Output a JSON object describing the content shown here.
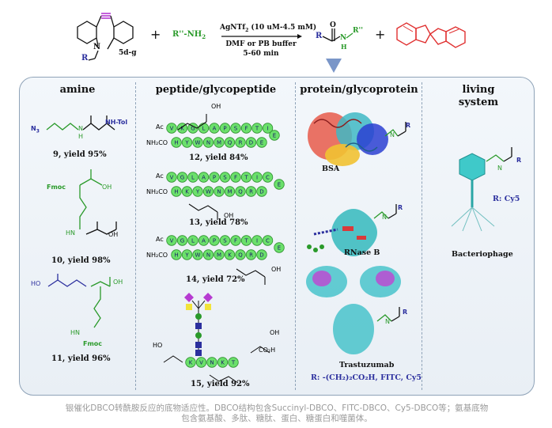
{
  "reaction": {
    "reactant_label": "5d-g",
    "n_label": "N",
    "r_label": "R",
    "amine": "R''-NH",
    "amine_sub": "2",
    "plus": "+",
    "condition_line1": "AgNTf",
    "condition_line1_sub": "2",
    "condition_line1_rest": " (10 uM-4.5 mM)",
    "condition_line2": "DMF or PB buffer",
    "condition_line3": "5-60 min",
    "product_r": "R",
    "product_n": "N",
    "product_h": "H",
    "product_r2": "R''",
    "product_o": "O"
  },
  "columns": {
    "amine": "amine",
    "peptide": "peptide/glycopeptide",
    "protein": "protein/glycoprotein",
    "living": "living",
    "living2": "system"
  },
  "amine": {
    "c9": "9, yield 95%",
    "c9_n3": "N",
    "c9_n3_sub": "3",
    "c9_nhtol": "NH-Tol",
    "c9_h": "H",
    "c9_n": "N",
    "c10": "10, yield 98%",
    "c10_fmoc": "Fmoc",
    "c10_oh": "OH",
    "c10_oh2": "OH",
    "c10_hn": "HN",
    "c11": "11, yield 96%",
    "c11_ho": "HO",
    "c11_oh": "OH",
    "c11_hn": "HN",
    "c11_fmoc": "Fmoc",
    "h": "H",
    "n": "N"
  },
  "peptide": {
    "p12": "12, yield 84%",
    "p13": "13, yield 78%",
    "p14": "14, yield 72%",
    "p15": "15, yield 92%",
    "ac": "Ac",
    "nh2co": "NH₂CO",
    "co2h": "CO₂H",
    "oh": "OH",
    "ho": "HO",
    "h": "H",
    "n": "N",
    "seq12_top": [
      "V",
      "K",
      "G",
      "L",
      "A",
      "P",
      "S",
      "F",
      "T",
      "I"
    ],
    "seq12_bot": [
      "H",
      "Y",
      "W",
      "N",
      "M",
      "Q",
      "R",
      "D",
      "E"
    ],
    "seq13_top": [
      "V",
      "G",
      "L",
      "A",
      "P",
      "S",
      "F",
      "T",
      "I",
      "C"
    ],
    "seq13_bot": [
      "H",
      "K",
      "Y",
      "W",
      "N",
      "M",
      "Q",
      "R",
      "D"
    ],
    "seq14_top": [
      "V",
      "G",
      "L",
      "A",
      "P",
      "S",
      "F",
      "T",
      "I",
      "C"
    ],
    "seq14_bot": [
      "H",
      "Y",
      "W",
      "N",
      "M",
      "K",
      "Q",
      "R",
      "D"
    ],
    "seq15": [
      "K",
      "V",
      "N",
      "K",
      "T"
    ],
    "cap12": "E",
    "cap13": "E",
    "cap14": "E"
  },
  "protein": {
    "bsa": "BSA",
    "rnase": "RNase B",
    "trast": "Trastuzumab",
    "r_line": "R: -(CH₂)₂CO₂H, FITC, Cy5",
    "r": "R",
    "n": "N",
    "h": "H"
  },
  "living": {
    "r_cy5": "R: Cy5",
    "phage": "Bacteriophage",
    "r": "R",
    "n": "N",
    "h": "H"
  },
  "caption": {
    "line1": "银催化DBCO转酰胺反应的底物适应性。DBCO结构包含Succinyl-DBCO、FITC-DBCO、Cy5-DBCO等；氨基底物",
    "line2": "包含氨基酸、多肽、糖肽、蛋白、糖蛋白和噬菌体。"
  },
  "colors": {
    "purple": "#b63bd1",
    "green": "#2a9a2a",
    "red": "#e03030",
    "navy": "#2b2f9e",
    "arrow": "#7a96c8"
  }
}
